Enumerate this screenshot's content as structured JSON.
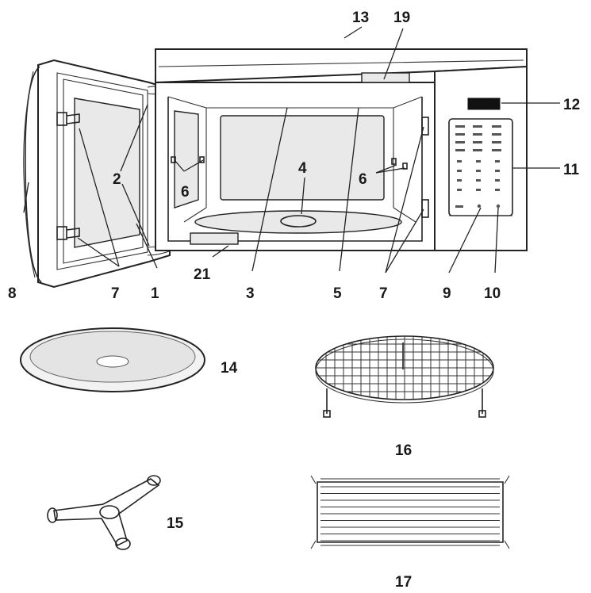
{
  "callouts": {
    "c1": "1",
    "c2": "2",
    "c3": "3",
    "c4": "4",
    "c5": "5",
    "c6a": "6",
    "c6b": "6",
    "c7a": "7",
    "c7b": "7",
    "c8": "8",
    "c9": "9",
    "c10": "10",
    "c11": "11",
    "c12": "12",
    "c13": "13",
    "c14": "14",
    "c15": "15",
    "c16": "16",
    "c17": "17",
    "c19": "19",
    "c21": "21"
  }
}
